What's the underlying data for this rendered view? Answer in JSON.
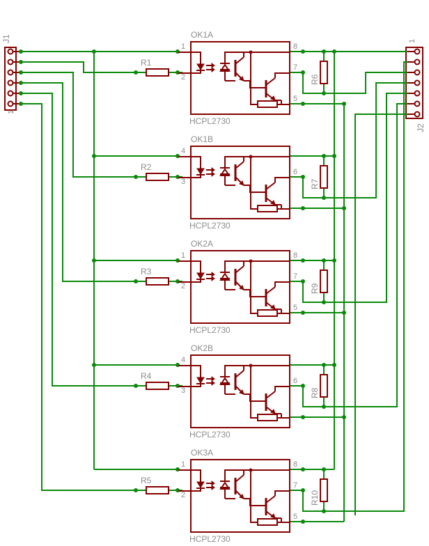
{
  "connectors": {
    "left": {
      "name": "J1",
      "pin_label": "1"
    },
    "right": {
      "name": "J2",
      "pin_label": "1"
    }
  },
  "resistors": {
    "input": [
      "R1",
      "R2",
      "R3",
      "R4",
      "R5"
    ],
    "pullup": [
      "R6",
      "R7",
      "R9",
      "R8",
      "R10"
    ]
  },
  "channels": [
    {
      "name": "OK1A",
      "part": "HCPL2730",
      "pins": [
        "1",
        "2",
        "8",
        "7",
        "5"
      ]
    },
    {
      "name": "OK1B",
      "part": "HCPL2730",
      "pins": [
        "4",
        "3",
        "",
        "6",
        ""
      ]
    },
    {
      "name": "OK2A",
      "part": "HCPL2730",
      "pins": [
        "1",
        "2",
        "8",
        "7",
        "5"
      ]
    },
    {
      "name": "OK2B",
      "part": "HCPL2730",
      "pins": [
        "4",
        "3",
        "",
        "6",
        ""
      ]
    },
    {
      "name": "OK3A",
      "part": "HCPL2730",
      "pins": [
        "1",
        "2",
        "8",
        "7",
        "5"
      ]
    }
  ],
  "colors": {
    "wire": "#0a8a0a",
    "part": "#840000",
    "label": "#8c8c8c",
    "background": "#ffffff"
  }
}
